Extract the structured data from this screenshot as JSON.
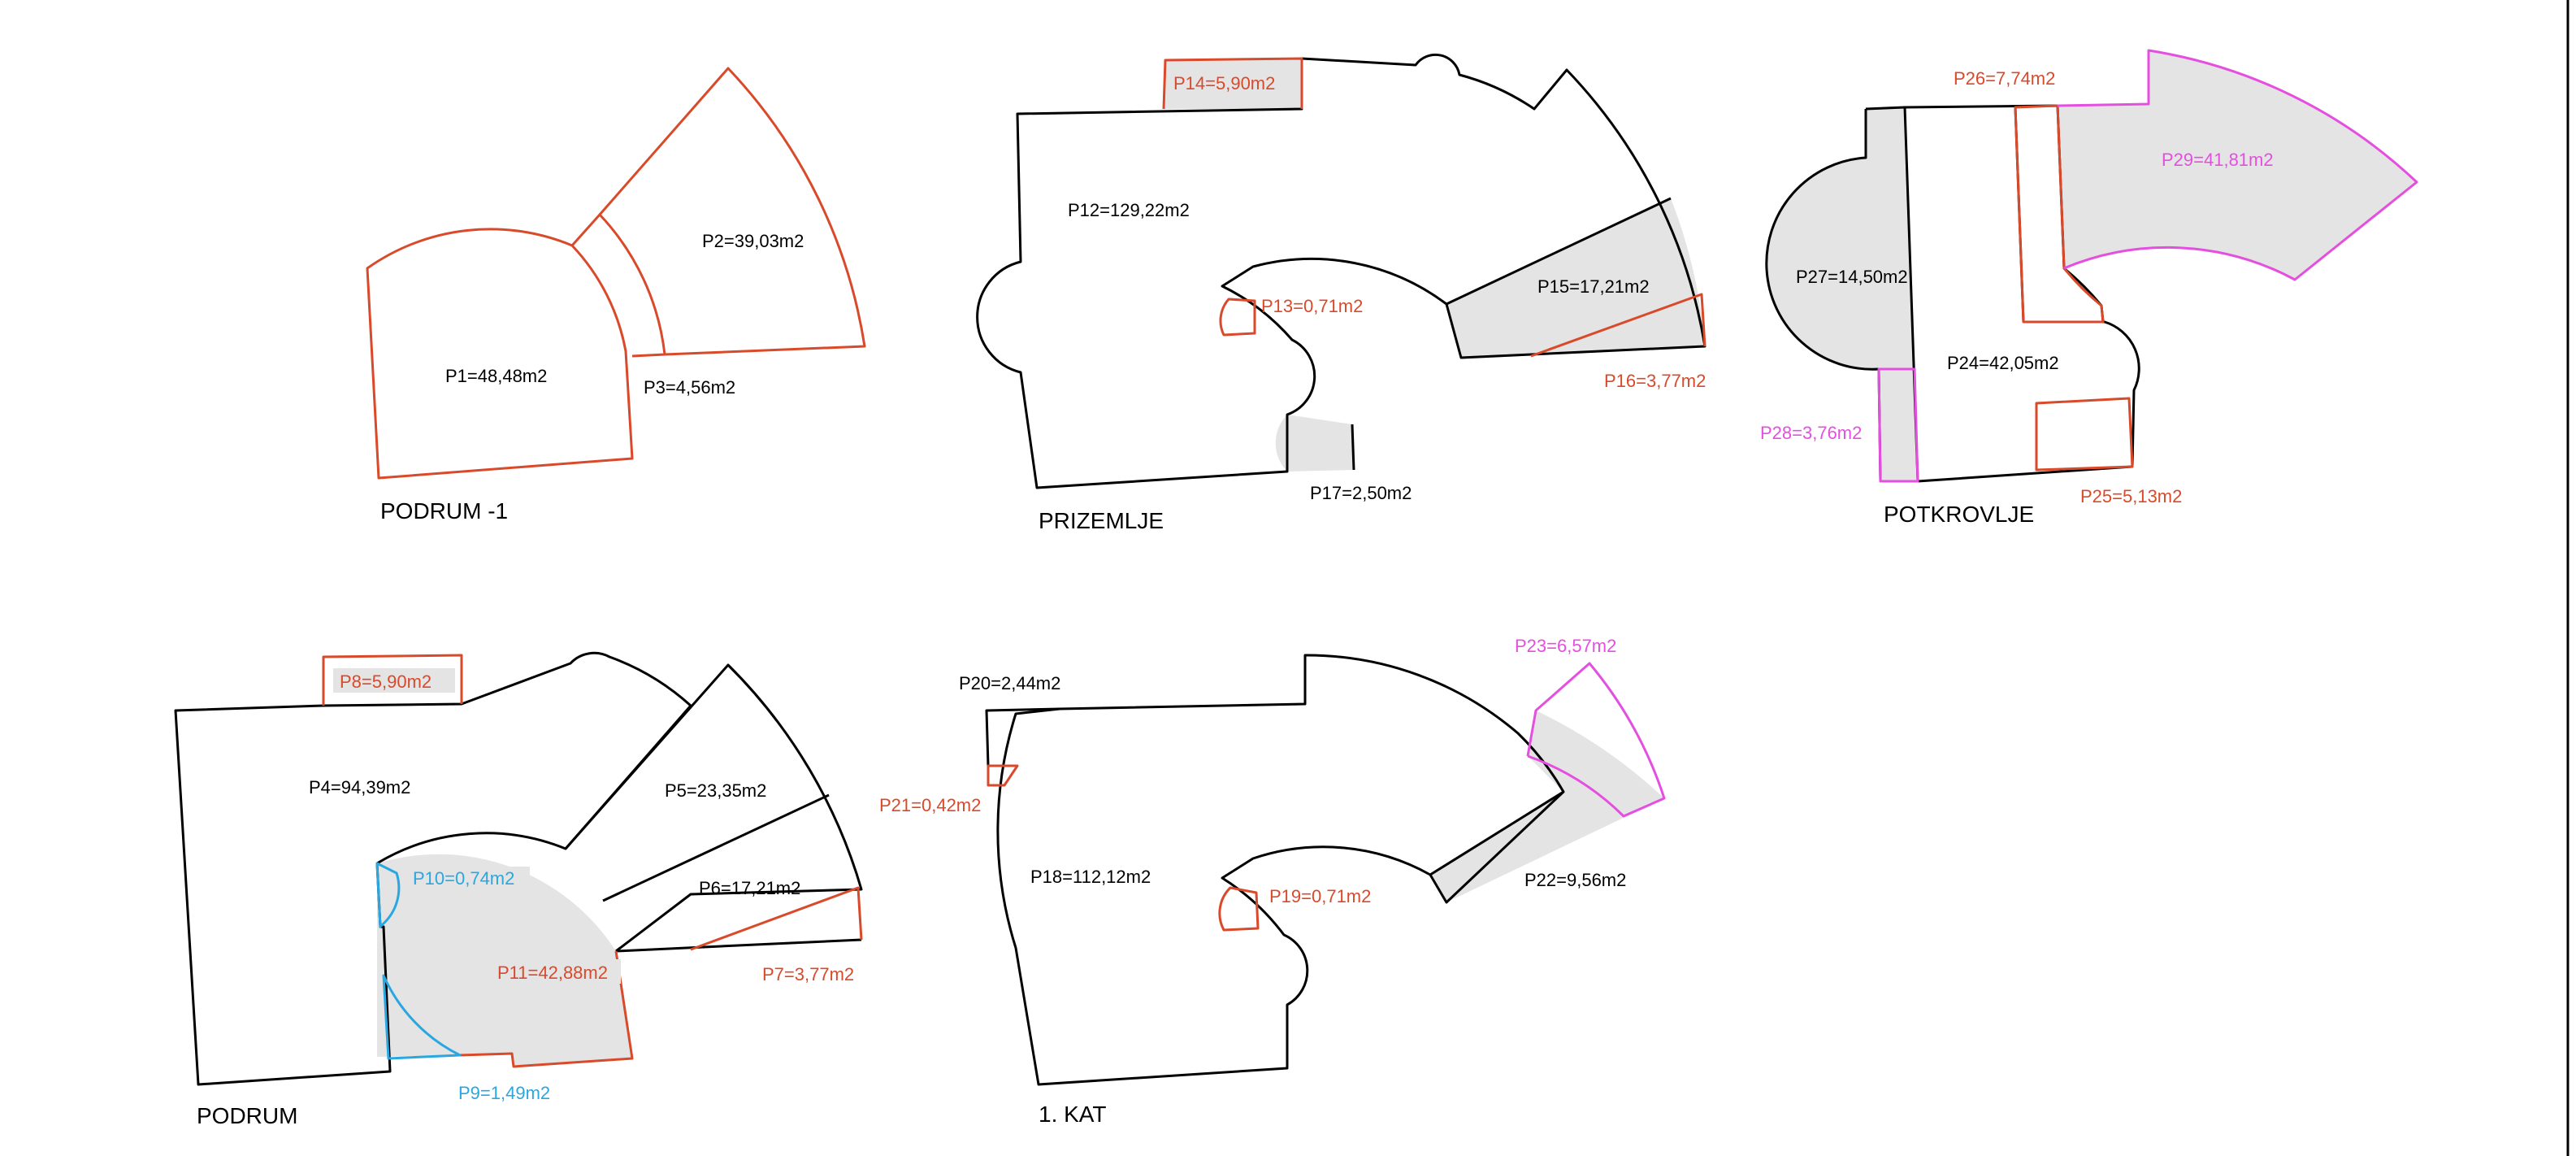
{
  "colors": {
    "black": "#000000",
    "red": "#d94a2b",
    "blue": "#2aa7e0",
    "magenta": "#e44fe0",
    "fill_gray": "#e4e4e4"
  },
  "plans": {
    "podrum_minus1": {
      "title": "PODRUM -1",
      "rooms": {
        "p1": "P1=48,48m2",
        "p2": "P2=39,03m2",
        "p3": "P3=4,56m2"
      }
    },
    "prizemlje": {
      "title": "PRIZEMLJE",
      "rooms": {
        "p12": "P12=129,22m2",
        "p13": "P13=0,71m2",
        "p14": "P14=5,90m2",
        "p15": "P15=17,21m2",
        "p16": "P16=3,77m2",
        "p17": "P17=2,50m2"
      }
    },
    "potkrovlje": {
      "title": "POTKROVLJE",
      "rooms": {
        "p24": "P24=42,05m2",
        "p25": "P25=5,13m2",
        "p26": "P26=7,74m2",
        "p27": "P27=14,50m2",
        "p28": "P28=3,76m2",
        "p29": "P29=41,81m2"
      }
    },
    "podrum": {
      "title": "PODRUM",
      "rooms": {
        "p4": "P4=94,39m2",
        "p5": "P5=23,35m2",
        "p6": "P6=17,21m2",
        "p7": "P7=3,77m2",
        "p8": "P8=5,90m2",
        "p9": "P9=1,49m2",
        "p10": "P10=0,74m2",
        "p11": "P11=42,88m2"
      }
    },
    "kat1": {
      "title": "1. KAT",
      "rooms": {
        "p18": "P18=112,12m2",
        "p19": "P19=0,71m2",
        "p20": "P20=2,44m2",
        "p21": "P21=0,42m2",
        "p22": "P22=9,56m2",
        "p23": "P23=6,57m2"
      }
    }
  }
}
